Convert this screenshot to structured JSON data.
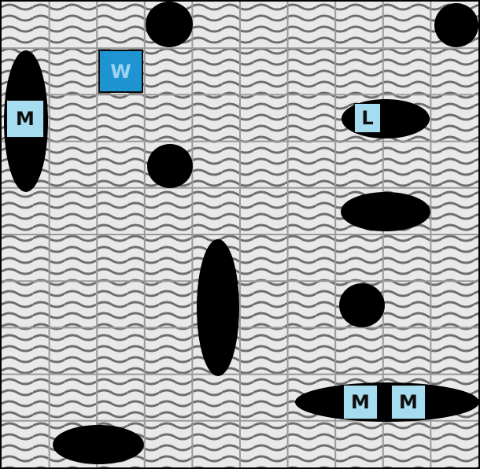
{
  "board": {
    "background_pattern": "wavy-lines",
    "grid_columns": 10,
    "grid_rows": 10,
    "colors": {
      "grid_line": "#9a9a9a",
      "wave": "#6e6e6e",
      "obstacle": "#000000",
      "tile_light": "#a6dcf0",
      "tile_player": "#1f94d2"
    }
  },
  "tiles": {
    "player": {
      "label": "W"
    },
    "m_left": {
      "label": "M"
    },
    "l_right": {
      "label": "L"
    },
    "m_bottom_a": {
      "label": "M"
    },
    "m_bottom_b": {
      "label": "M"
    }
  }
}
